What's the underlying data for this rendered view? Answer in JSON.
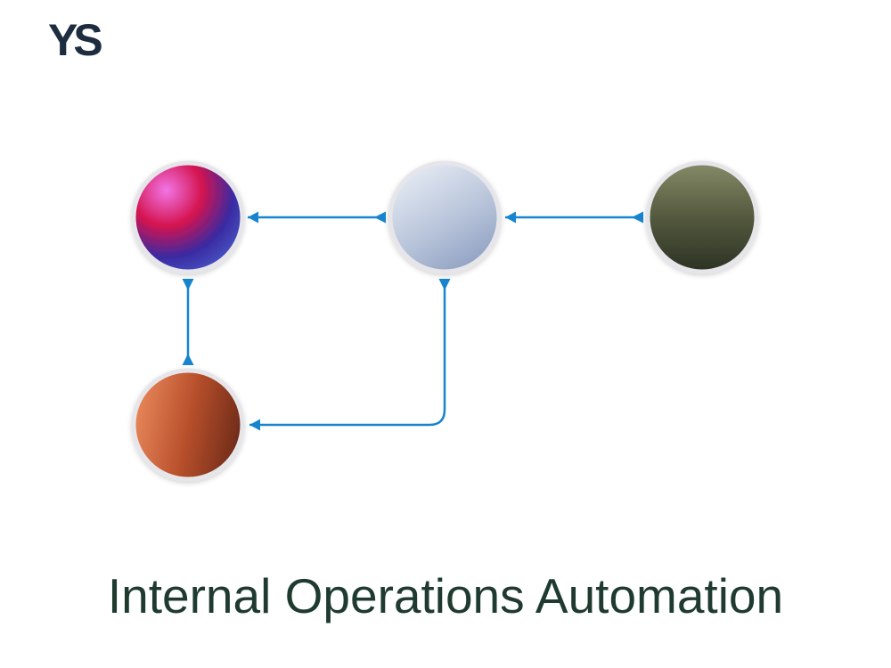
{
  "logo": {
    "text": "YS",
    "color": "#1d2d3f"
  },
  "title": {
    "text": "Internal Operations Automation",
    "color": "#1f3b30"
  },
  "diagram": {
    "connector_color": "#1784d0",
    "node_border_color": "#e6e6ea",
    "nodes": [
      {
        "id": "node-magenta-blue",
        "gradient": [
          "#f175e5",
          "#d4134f",
          "#3a2aa2",
          "#4f6ad4"
        ]
      },
      {
        "id": "node-silver-blue",
        "gradient": [
          "#e6ecf4",
          "#b8c4da",
          "#8c9ec0"
        ]
      },
      {
        "id": "node-olive",
        "gradient": [
          "#858a68",
          "#53593d",
          "#2c3224"
        ]
      },
      {
        "id": "node-copper",
        "gradient": [
          "#e8875a",
          "#b8502c",
          "#6e2a18"
        ]
      }
    ],
    "edges": [
      {
        "from": "node-silver-blue",
        "to": "node-magenta-blue"
      },
      {
        "from": "node-olive",
        "to": "node-silver-blue"
      },
      {
        "from": "node-magenta-blue",
        "to": "node-copper"
      },
      {
        "from": "node-silver-blue",
        "to": "node-copper"
      }
    ]
  }
}
